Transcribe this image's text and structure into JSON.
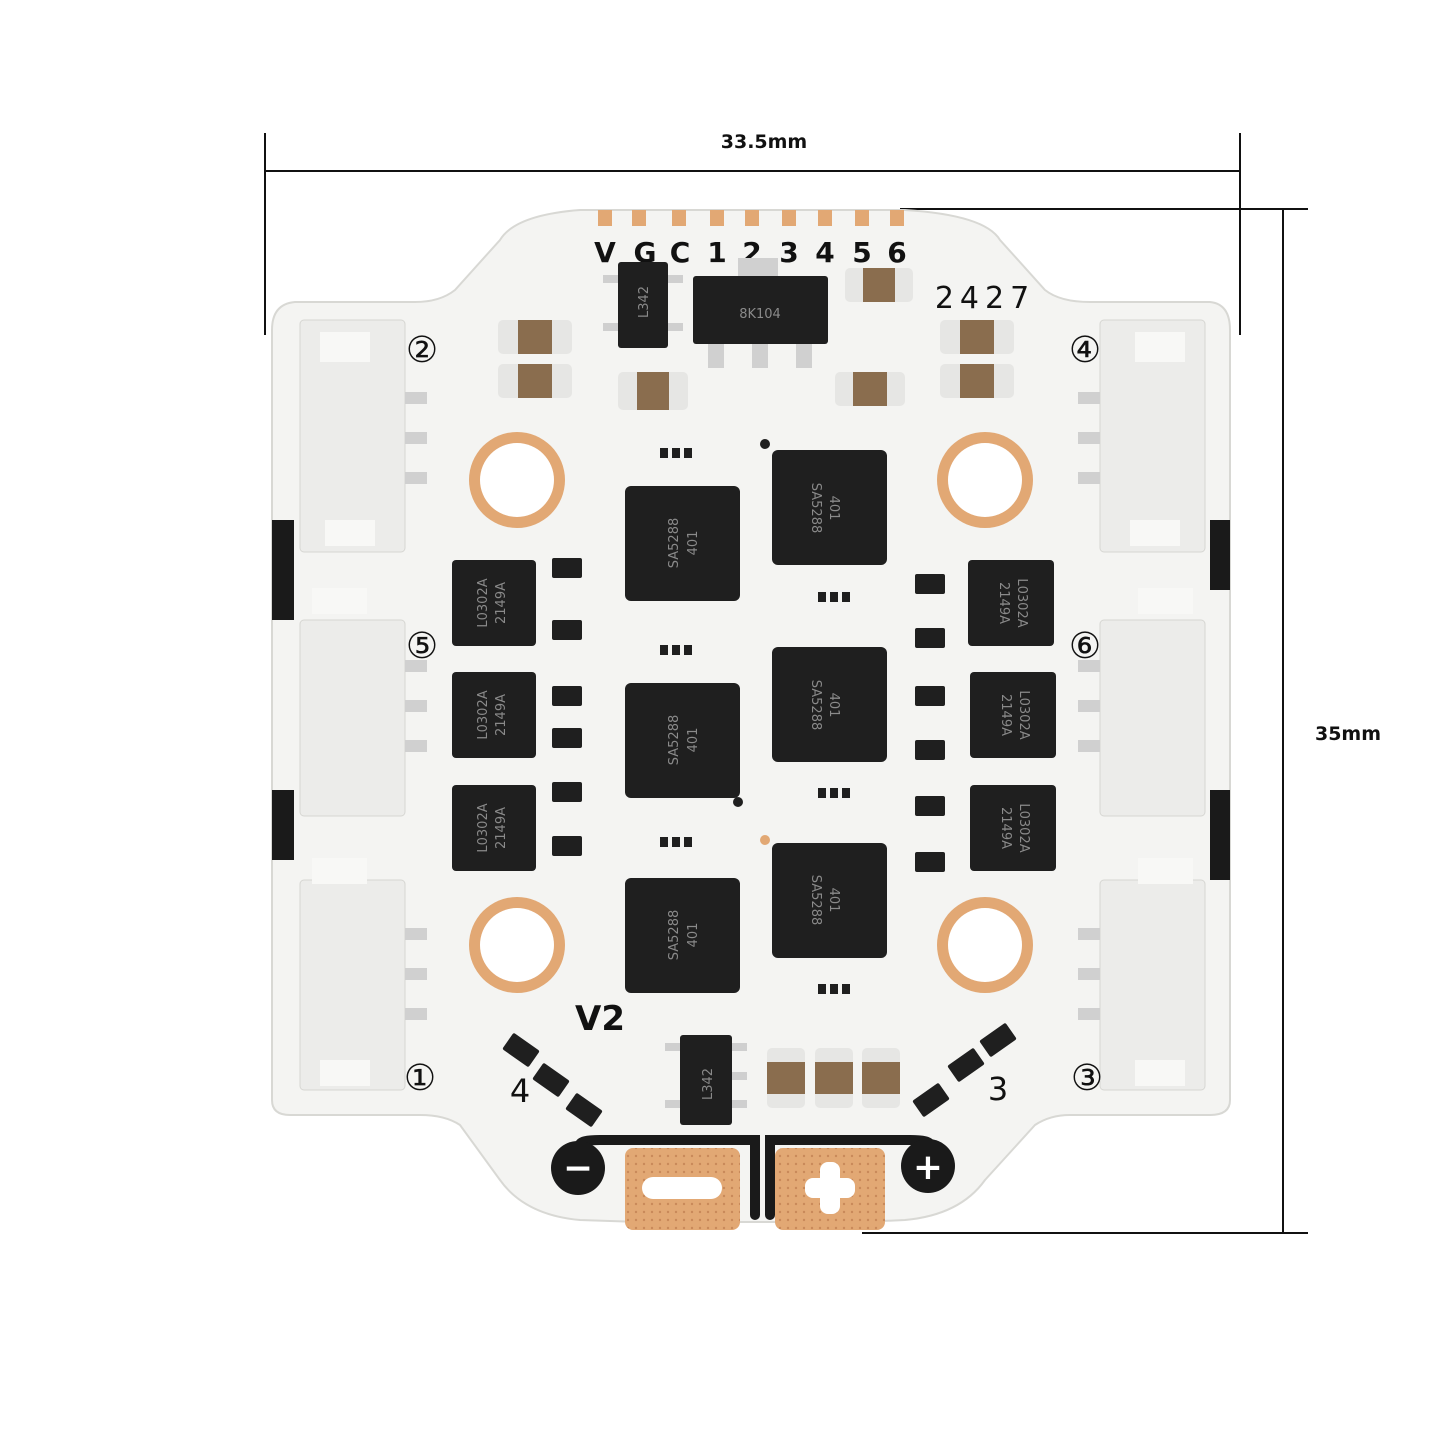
{
  "dimensions": {
    "width_label": "33.5mm",
    "height_label": "35mm"
  },
  "board": {
    "pin_labels": [
      "V",
      "G",
      "C",
      "1",
      "2",
      "3",
      "4",
      "5",
      "6"
    ],
    "board_code": "2427",
    "version": "V2",
    "regulator_marking": "8K104",
    "small_ic_marking": "L342",
    "driver_marking": [
      "SA5288",
      "401"
    ],
    "mosfet_marking": [
      "L0302A",
      "2149A"
    ],
    "motor_connector_labels": [
      "①",
      "②",
      "③",
      "④",
      "⑤",
      "⑥"
    ],
    "motor_numbers_bottom": [
      "4",
      "3"
    ],
    "power_pads": {
      "negative": "−",
      "positive": "+"
    }
  },
  "colors": {
    "pcb": "#f4f4f2",
    "copper_pad": "#e2a874",
    "chip": "#1f1f1f",
    "capacitor_body": "#c9a67a",
    "dimension_line": "#111111"
  }
}
